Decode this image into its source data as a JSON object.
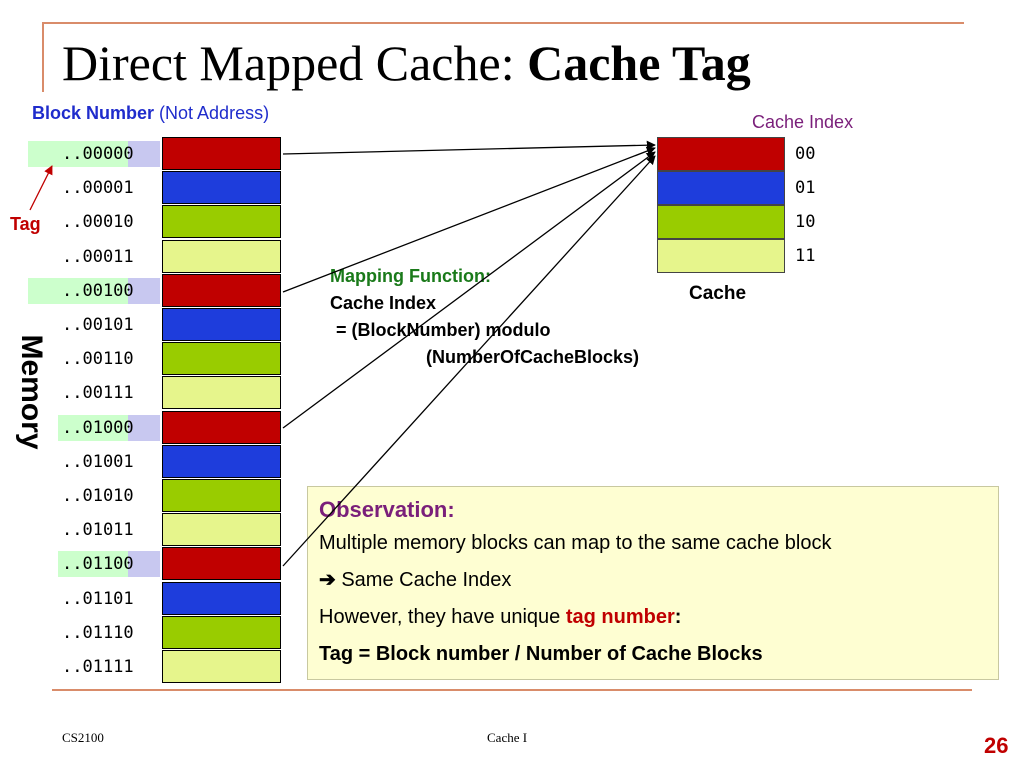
{
  "title": {
    "normal": "Direct Mapped Cache: ",
    "bold": "Cache Tag"
  },
  "block_heading": {
    "bold": "Block Number",
    "normal": " (Not Address)"
  },
  "cache_index_heading": "Cache Index",
  "tag_label": "Tag",
  "memory_label": "Memory",
  "memory_rows": [
    {
      "address": "..00000",
      "color": "#c00000",
      "highlight": true
    },
    {
      "address": "..00001",
      "color": "#1e3ddc",
      "highlight": false
    },
    {
      "address": "..00010",
      "color": "#99cc00",
      "highlight": false
    },
    {
      "address": "..00011",
      "color": "#e6f58c",
      "highlight": false
    },
    {
      "address": "..00100",
      "color": "#c00000",
      "highlight": true
    },
    {
      "address": "..00101",
      "color": "#1e3ddc",
      "highlight": false
    },
    {
      "address": "..00110",
      "color": "#99cc00",
      "highlight": false
    },
    {
      "address": "..00111",
      "color": "#e6f58c",
      "highlight": false
    },
    {
      "address": "..01000",
      "color": "#c00000",
      "highlight": true
    },
    {
      "address": "..01001",
      "color": "#1e3ddc",
      "highlight": false
    },
    {
      "address": "..01010",
      "color": "#99cc00",
      "highlight": false
    },
    {
      "address": "..01011",
      "color": "#e6f58c",
      "highlight": false
    },
    {
      "address": "..01100",
      "color": "#c00000",
      "highlight": true
    },
    {
      "address": "..01101",
      "color": "#1e3ddc",
      "highlight": false
    },
    {
      "address": "..01110",
      "color": "#99cc00",
      "highlight": false
    },
    {
      "address": "..01111",
      "color": "#e6f58c",
      "highlight": false
    }
  ],
  "cache_rows": [
    {
      "index": "00",
      "color": "#c00000"
    },
    {
      "index": "01",
      "color": "#1e3ddc"
    },
    {
      "index": "10",
      "color": "#99cc00"
    },
    {
      "index": "11",
      "color": "#e6f58c"
    }
  ],
  "cache_caption": "Cache",
  "mapping": {
    "heading": "Mapping Function:",
    "line1": "Cache Index",
    "line2": "= (BlockNumber) modulo",
    "line3": "(NumberOfCacheBlocks)"
  },
  "observation": {
    "title": "Observation:",
    "line1": "Multiple memory blocks can map to the same cache block",
    "line2": "Same Cache Index",
    "line3_prefix": "However, they have unique ",
    "line3_highlight": "tag number",
    "line3_suffix": ":",
    "line4": "Tag = Block number / Number of Cache Blocks"
  },
  "footer": {
    "left": "CS2100",
    "center": "Cache I",
    "page": "26"
  },
  "colors": {
    "tag_highlight": "#ccffcc",
    "index_highlight": "#c8c8f0",
    "red": "#c00000",
    "blue": "#1e3ddc",
    "green": "#99cc00",
    "yellow": "#e6f58c"
  }
}
